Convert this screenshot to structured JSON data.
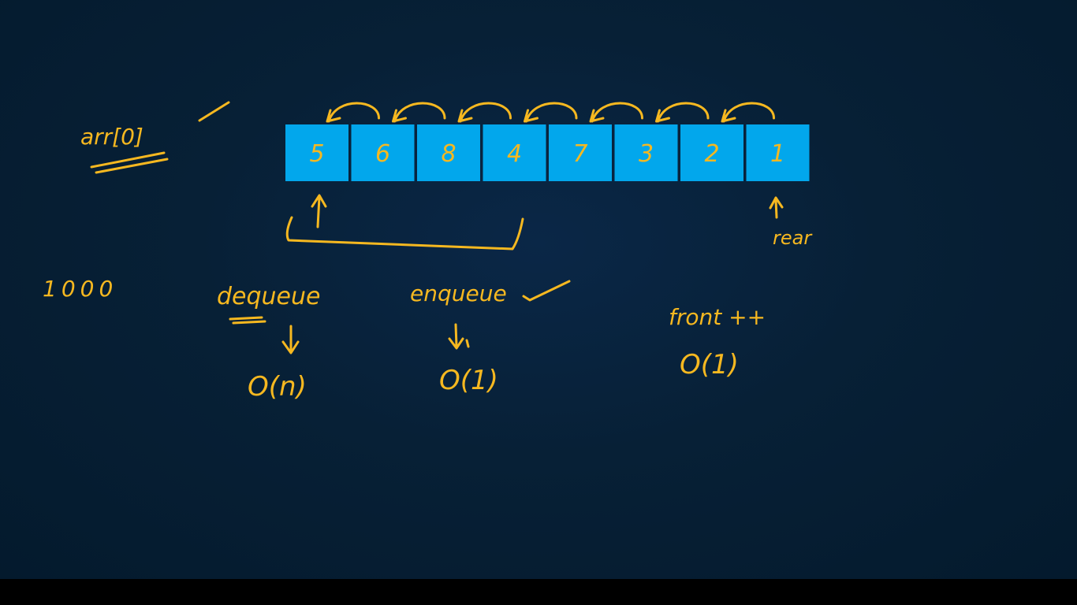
{
  "colors": {
    "background": "#062038",
    "cell_fill": "#02a7ec",
    "ink": "#f6b820"
  },
  "array": {
    "values": [
      "5",
      "6",
      "8",
      "4",
      "7",
      "3",
      "2",
      "1"
    ],
    "rear_label": "rear"
  },
  "notes": {
    "arr_label": "arr[0]",
    "size_label": "1000",
    "dequeue_label": "dequeue",
    "dequeue_complexity": "O(n)",
    "enqueue_label": "enqueue",
    "enqueue_complexity": "O(1)",
    "front_label": "front ++",
    "front_complexity": "O(1)"
  }
}
